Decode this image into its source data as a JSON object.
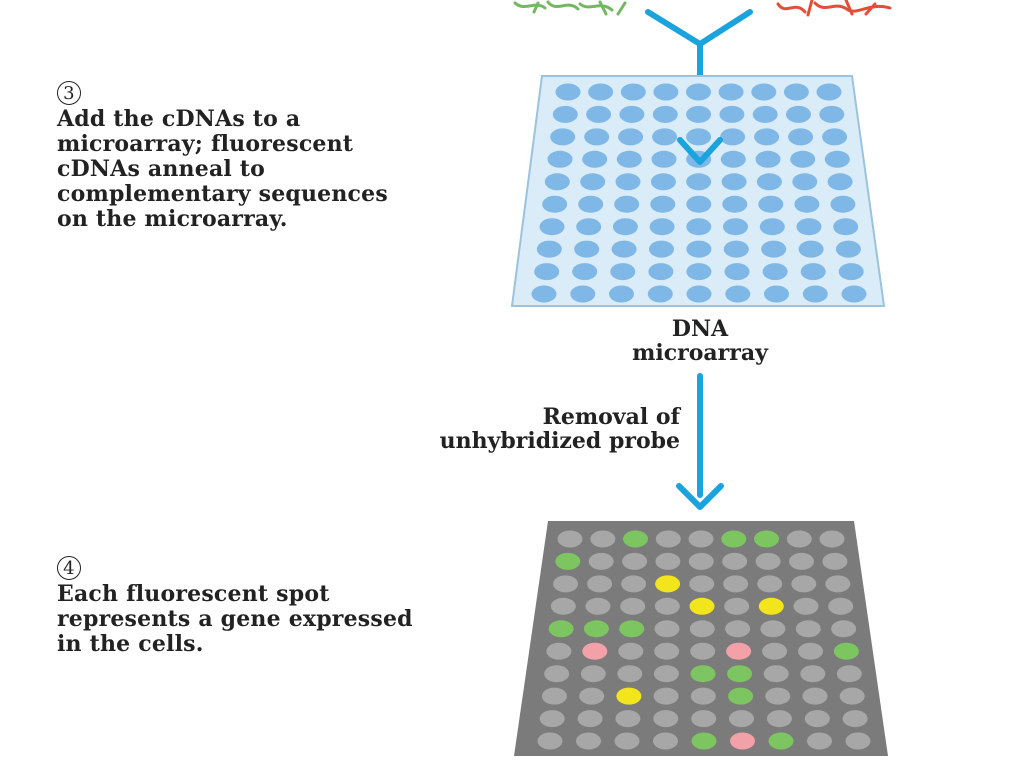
{
  "step3": {
    "number": "3",
    "lines": [
      "Add the cDNAs to a",
      "microarray; fluorescent",
      "cDNAs anneal to",
      "complementary sequences",
      "on the microarray."
    ]
  },
  "step4": {
    "number": "4",
    "lines": [
      "Each fluorescent spot",
      "represents a gene expressed",
      "in the cells."
    ]
  },
  "microarray_label": [
    "DNA",
    "microarray"
  ],
  "removal_label": [
    "Removal of",
    "unhybridized probe"
  ],
  "colors": {
    "arrow": "#1aa3dc",
    "plate_fill": "#d9ecf8",
    "plate_border": "#9bc3dd",
    "blue_spot": "#7fb8e6",
    "result_plate": "#7b7b7b",
    "gray_spot": "#a7a7a7",
    "green": "#7cc560",
    "yellow": "#f3e51b",
    "pink": "#f2a1a8",
    "cdna_green": "#72b860",
    "cdna_red": "#e14f39"
  },
  "result_grid": {
    "rows": 10,
    "cols": 9,
    "cells": [
      [
        "g",
        "g",
        "G",
        "g",
        "g",
        "G",
        "G",
        "g",
        "g"
      ],
      [
        "G",
        "g",
        "g",
        "g",
        "g",
        "g",
        "g",
        "g",
        "g"
      ],
      [
        "g",
        "g",
        "g",
        "Y",
        "g",
        "g",
        "g",
        "g",
        "g"
      ],
      [
        "g",
        "g",
        "g",
        "g",
        "Y",
        "g",
        "Y",
        "g",
        "g"
      ],
      [
        "G",
        "G",
        "G",
        "g",
        "g",
        "g",
        "g",
        "g",
        "g"
      ],
      [
        "g",
        "P",
        "g",
        "g",
        "g",
        "P",
        "g",
        "g",
        "G"
      ],
      [
        "g",
        "g",
        "g",
        "g",
        "G",
        "G",
        "g",
        "g",
        "g"
      ],
      [
        "g",
        "g",
        "Y",
        "g",
        "g",
        "G",
        "g",
        "g",
        "g"
      ],
      [
        "g",
        "g",
        "g",
        "g",
        "g",
        "g",
        "g",
        "g",
        "g"
      ],
      [
        "g",
        "g",
        "g",
        "g",
        "G",
        "P",
        "G",
        "g",
        "g"
      ]
    ]
  }
}
